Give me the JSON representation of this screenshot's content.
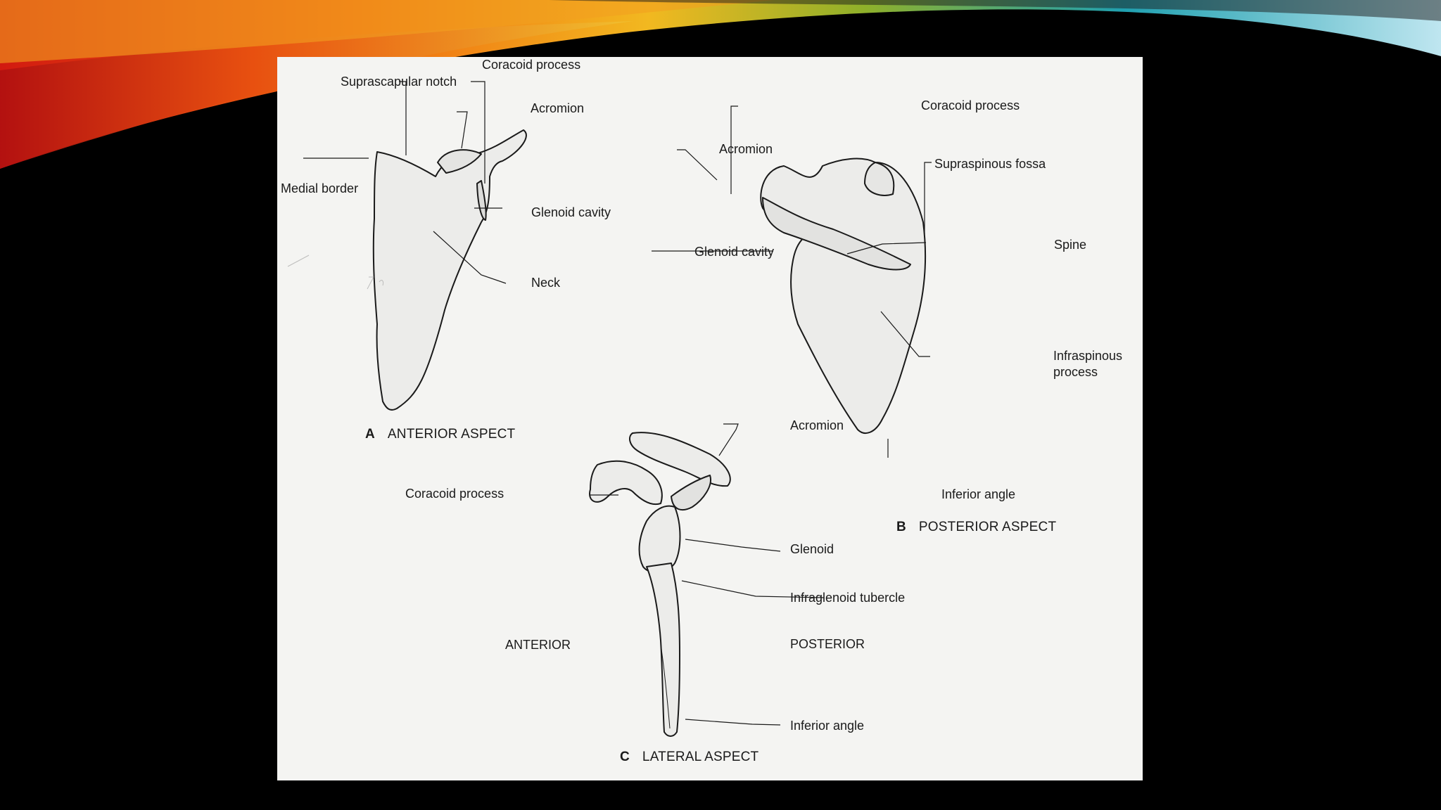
{
  "diagram": {
    "panel_a": {
      "letter": "A",
      "caption": "ANTERIOR ASPECT",
      "labels": {
        "suprascapular_notch": "Suprascapular notch",
        "coracoid_process": "Coracoid process",
        "acromion": "Acromion",
        "medial_border": "Medial border",
        "glenoid_cavity": "Glenoid cavity",
        "neck": "Neck"
      }
    },
    "panel_b": {
      "letter": "B",
      "caption": "POSTERIOR ASPECT",
      "labels": {
        "coracoid_process": "Coracoid process",
        "acromion": "Acromion",
        "supraspinous_fossa": "Supraspinous fossa",
        "glenoid_cavity": "Glenoid cavity",
        "spine": "Spine",
        "infraspinous_line1": "Infraspinous",
        "infraspinous_line2": "process",
        "inferior_angle": "Inferior angle"
      }
    },
    "panel_c": {
      "letter": "C",
      "caption": "LATERAL ASPECT",
      "labels": {
        "acromion": "Acromion",
        "coracoid_process": "Coracoid process",
        "glenoid": "Glenoid",
        "infraglenoid_tubercle": "Infraglenoid tubercle",
        "anterior": "ANTERIOR",
        "posterior": "POSTERIOR",
        "inferior_angle": "Inferior angle"
      }
    },
    "colors": {
      "background": "#000000",
      "panel": "#f4f4f2",
      "line": "#1a1a1a",
      "bone_fill": "#ececea"
    }
  }
}
